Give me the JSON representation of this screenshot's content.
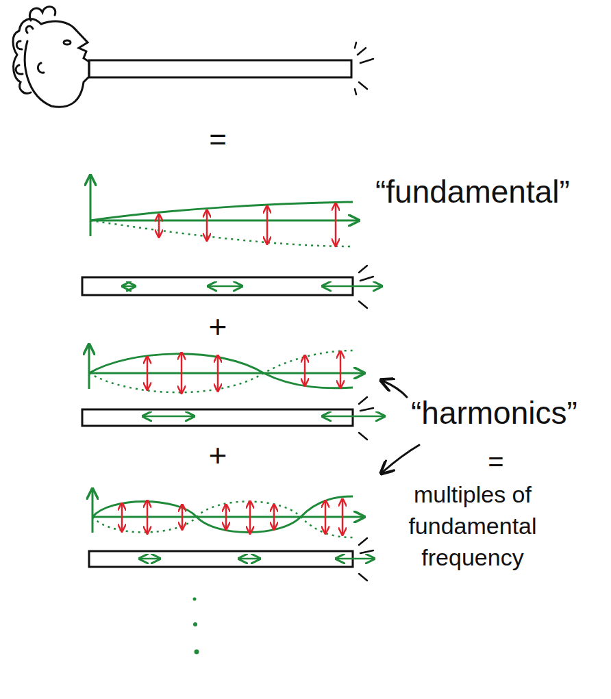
{
  "diagram": {
    "labels": [
      "=",
      "“fundamental”",
      "+",
      "“harmonics”",
      "+",
      "=",
      "multiples of fundamental frequency"
    ]
  }
}
